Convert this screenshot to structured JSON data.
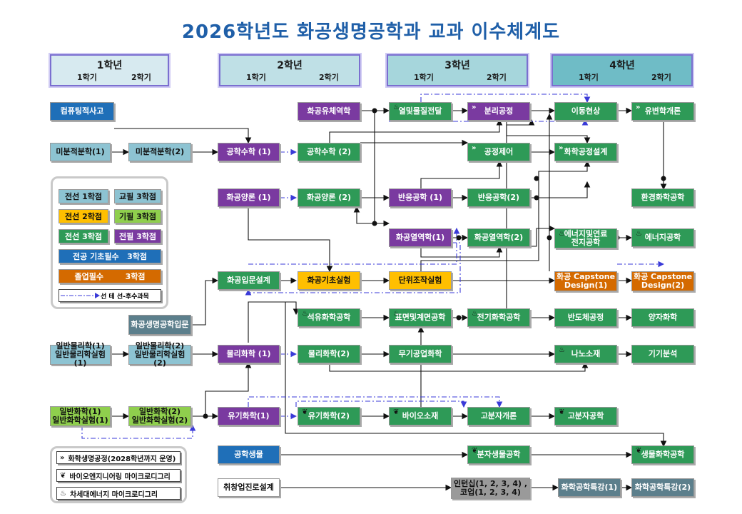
{
  "title": "2026학년도 화공생명공학과 교과 이수체계도",
  "years": [
    {
      "name": "1학년",
      "s1": "1학기",
      "s2": "2학기",
      "color": "#d7eaf0"
    },
    {
      "name": "2학년",
      "s1": "1학기",
      "s2": "2학기",
      "color": "#bfe0e6"
    },
    {
      "name": "3학년",
      "s1": "1학기",
      "s2": "2학기",
      "color": "#a6d6dc"
    },
    {
      "name": "4학년",
      "s1": "1학기",
      "s2": "2학기",
      "color": "#6fbcc6"
    }
  ],
  "courses": {
    "compthink": "컴퓨팅적사고",
    "calc1": "미분적분학(1)",
    "calc2": "미분적분학(2)",
    "chemmath1": "공학수학 (1)",
    "chemmath2": "공학수학 (2)",
    "thermo": "화공유체역학",
    "heatmass": "열및물질전달",
    "separation": "분리공정",
    "transport": "이동현상",
    "fluid": "유변학개론",
    "process_control": "공정제어",
    "design": "화학공정설계",
    "mass_balance1": "화공양론 (1)",
    "mass_balance2": "화공양론 (2)",
    "reaction1": "반응공학 (1)",
    "reaction2": "반응공학(2)",
    "env": "환경화학공학",
    "thermo1": "화공열역학(1)",
    "thermo2": "화공열역학(2)",
    "battery": "에너지및연료\n전지공학",
    "energy": "에너지공학",
    "intro_design": "화공입문설계",
    "basic_lab": "화공기초실험",
    "unit_lab": "단위조작실험",
    "capstone1": "화공 Capstone\nDesign(1)",
    "capstone2": "화공 Capstone\nDesign(2)",
    "intro_bio": "화공생명공학입문",
    "petro": "석유화학공학",
    "surface": "표면및계면공학",
    "electro": "전기화학공학",
    "semicon": "반도체공정",
    "quantum": "양자화학",
    "phys1": "일반물리학(1)\n일반물리학실험(1)",
    "phys2": "일반물리학(2)\n일반물리학실험(2)",
    "physchem1": "물리화학 (1)",
    "physchem2": "물리화학(2)",
    "inorganic": "무기공업화학",
    "nano": "나노소재",
    "instrument": "기기분석",
    "chem1": "일반화학(1)\n일반화학실험(1)",
    "chem2": "일반화학(2)\n일반화학실험(2)",
    "organic1": "유기화학(1)",
    "organic2": "유기화학(2)",
    "biomat": "바이오소재",
    "polymer_intro": "고분자개론",
    "polymer": "고분자공학",
    "bio": "공학생물",
    "molbio": "분자생물공학",
    "bioeng": "생물화학공학",
    "career": "취창업진로설계",
    "intern": "인턴십(1, 2, 3, 4) ,\n코업(1, 2, 3, 4)",
    "special1": "화학공학특강(1)",
    "special2": "화학공학특강(2)"
  },
  "legend": {
    "major1": "전선 1학점",
    "gen3": "교필 3학점",
    "major2": "전선 2학점",
    "req3": "기필 3학점",
    "major3": "전선 3학점",
    "majreq3": "전필 3학점",
    "basic": "전공 기초필수   3학점",
    "grad": "졸업필수        3학점",
    "prereq": "선 테 선-후수과목"
  },
  "legend2": {
    "track1": "화학생명공정(2028학년까지 운영)",
    "track2": "바이오엔지니어링 마이크로디그리",
    "track3": "차세대에너지 마이크로디그리"
  },
  "colors": {
    "title": "#1f5fa8",
    "major_required": "#7a3aa0",
    "major_elective": "#2e9a57",
    "general": "#8dc3d2",
    "basic_required": "#1f6fb8",
    "graduation": "#d46a00",
    "lab": "#ffbf00",
    "dash": "#3a3ad8"
  },
  "icons": {
    "track1": "triple-chevron-icon",
    "track2": "leaf-seal-icon",
    "track3": "energy-hand-icon"
  }
}
